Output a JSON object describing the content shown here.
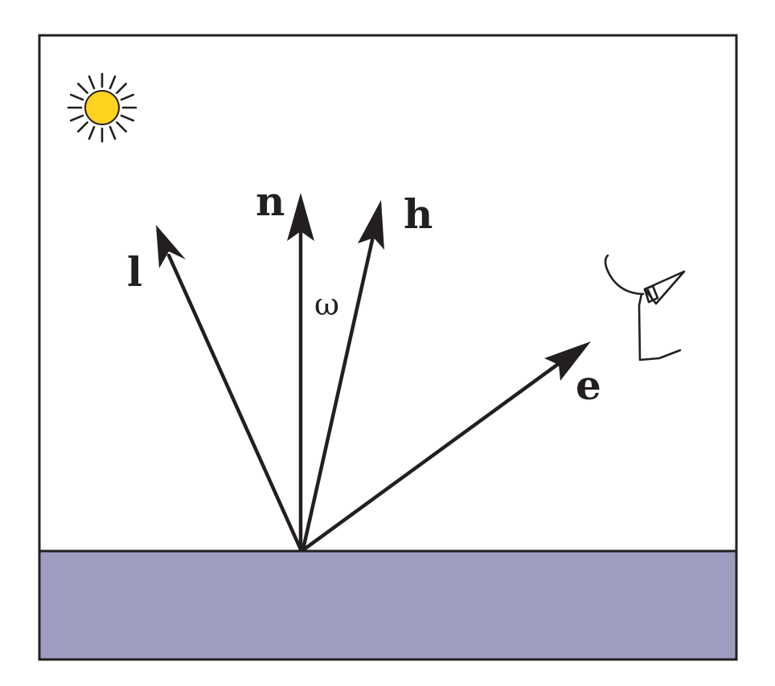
{
  "labels": {
    "light": "l",
    "normal": "n",
    "half": "h",
    "eye": "e",
    "angle": "ω"
  },
  "colors": {
    "surface": "#9e9cc0",
    "sun": "#ffd21f",
    "ink": "#231f20",
    "background": "#ffffff"
  },
  "icons": {
    "light_source": "sun-icon",
    "viewer": "eye-icon"
  }
}
